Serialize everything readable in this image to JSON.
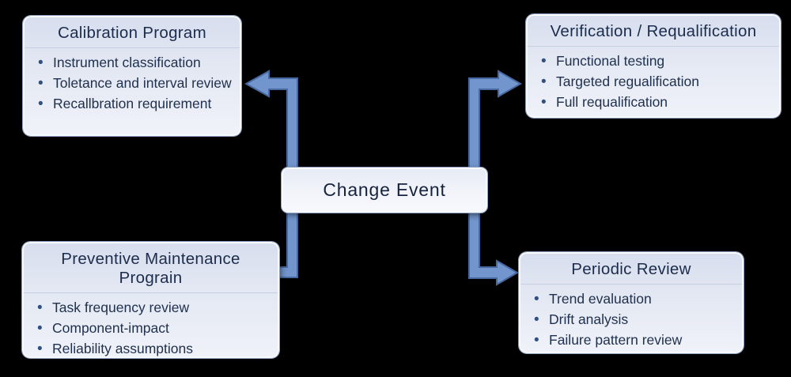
{
  "canvas": {
    "background": "#000000"
  },
  "center": {
    "label": "Change Event"
  },
  "boxes": [
    {
      "title": "Calibration Program",
      "bullets": [
        "Instrument classification",
        "Toletance and interval review",
        "Recallbration requirement"
      ]
    },
    {
      "title": "Verification / Requalification",
      "bullets": [
        "Functional testing",
        "Targeted regualification",
        "Full requalification"
      ]
    },
    {
      "title": "Preventive Maintenance Prograin",
      "bullets": [
        "Task frequency review",
        "Component-impact",
        "Reliability assumptions"
      ]
    },
    {
      "title": "Periodic Review",
      "bullets": [
        "Trend evaluation",
        "Drift analysis",
        "Failure pattern review"
      ]
    }
  ],
  "connectors": [
    {
      "name": "center-to-calibration",
      "direction": "up-then-left",
      "arrowhead": true
    },
    {
      "name": "center-to-verification",
      "direction": "up-then-right",
      "arrowhead": true
    },
    {
      "name": "center-to-preventive-maintenance",
      "direction": "down-then-left",
      "arrowhead": false
    },
    {
      "name": "center-to-periodic-review",
      "direction": "down-then-right",
      "arrowhead": true
    }
  ],
  "colors": {
    "arrow_fill": "#7295cd",
    "arrow_stroke": "#48699f",
    "box_fill_top": "#d7deee",
    "box_fill_bottom": "#f0f2f9",
    "text": "#1f3050",
    "background": "#000000"
  }
}
